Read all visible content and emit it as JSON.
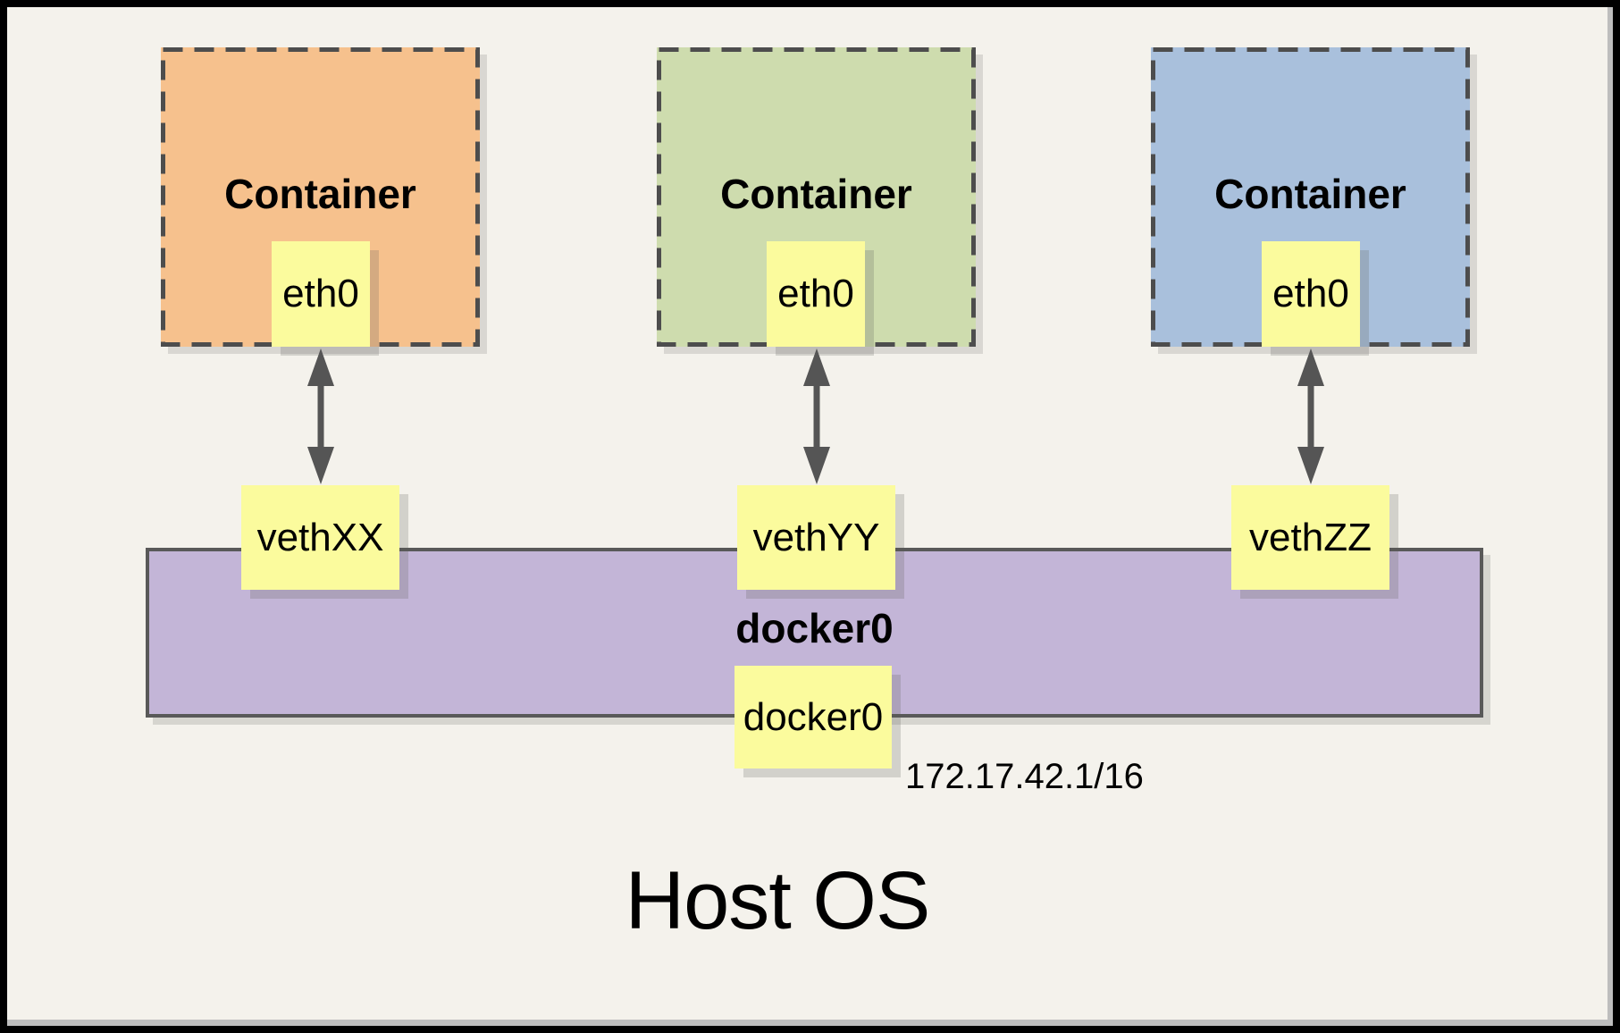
{
  "diagram": {
    "background": "#F4F2EC",
    "frame_border_color": "#000000",
    "page_shadow_color": "#BDBDBD",
    "dashed_border_color": "#4D4D4D",
    "arrow_color": "#555555",
    "note_fill": "#FBFB9D",
    "containers": [
      {
        "label": "Container",
        "interface": "eth0",
        "veth": "vethXX",
        "fill": "#F6C18D"
      },
      {
        "label": "Container",
        "interface": "eth0",
        "veth": "vethYY",
        "fill": "#CEDCAE"
      },
      {
        "label": "Container",
        "interface": "eth0",
        "veth": "vethZZ",
        "fill": "#A9C0DC"
      }
    ],
    "bridge": {
      "label": "docker0",
      "interface_label": "docker0",
      "ip": "172.17.42.1/16",
      "fill": "#C3B5D7",
      "border_color": "#595959"
    },
    "host_label": "Host OS"
  }
}
